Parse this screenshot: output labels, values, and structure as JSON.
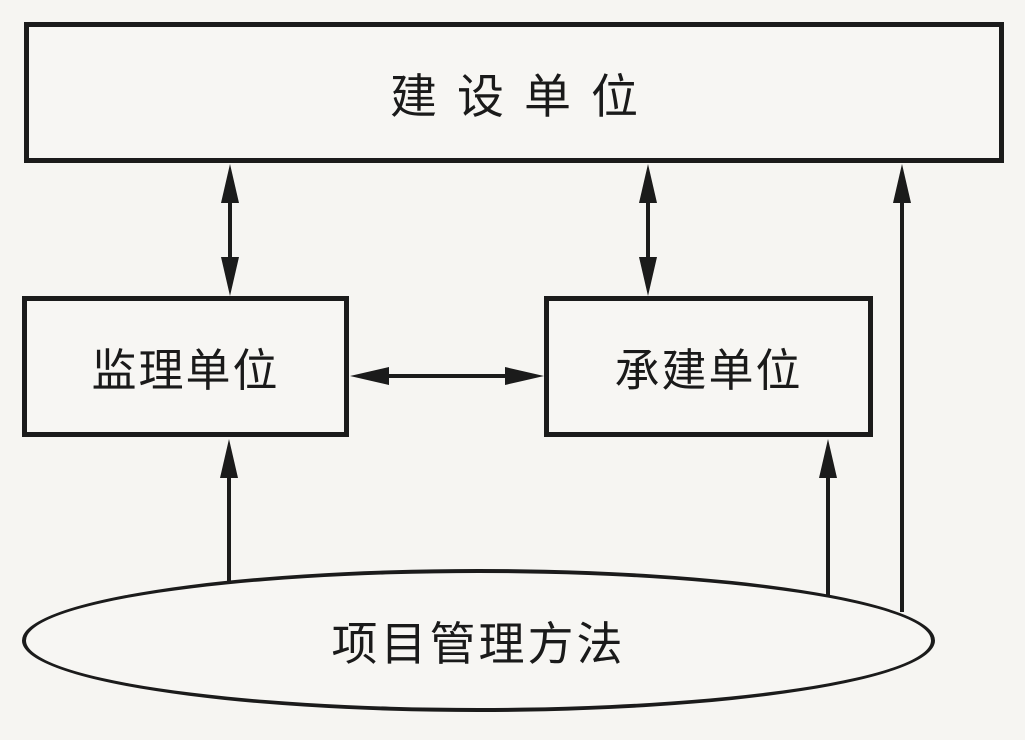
{
  "diagram": {
    "nodes": {
      "construction_unit": {
        "label": "建设单位"
      },
      "supervision_unit": {
        "label": "监理单位"
      },
      "contractor_unit": {
        "label": "承建单位"
      },
      "project_management_methods": {
        "label": "项目管理方法"
      }
    },
    "edges": [
      {
        "from": "建设单位",
        "to": "监理单位",
        "direction": "bidirectional"
      },
      {
        "from": "建设单位",
        "to": "承建单位",
        "direction": "bidirectional"
      },
      {
        "from": "监理单位",
        "to": "承建单位",
        "direction": "bidirectional"
      },
      {
        "from": "项目管理方法",
        "to": "监理单位",
        "direction": "one-way"
      },
      {
        "from": "项目管理方法",
        "to": "承建单位",
        "direction": "one-way"
      },
      {
        "from": "项目管理方法",
        "to": "建设单位",
        "direction": "one-way"
      }
    ],
    "colors": {
      "line": "#1b1b1b",
      "background": "#f6f5f2",
      "text": "#1a1a1a"
    }
  }
}
